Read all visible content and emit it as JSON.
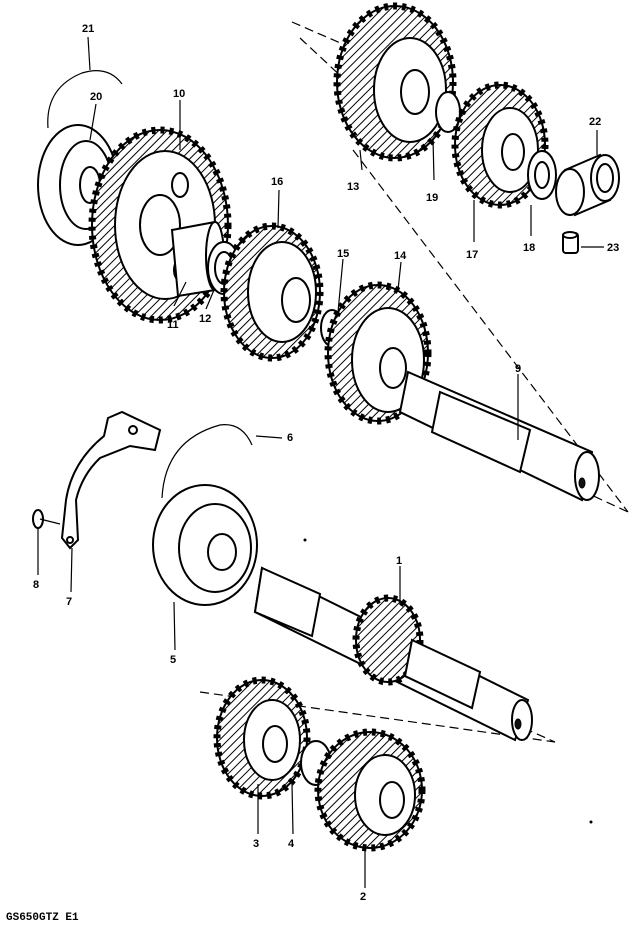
{
  "diagram_code": "GS650GTZ E1",
  "callouts": {
    "c1": "1",
    "c2": "2",
    "c3": "3",
    "c4": "4",
    "c5": "5",
    "c6": "6",
    "c7": "7",
    "c8": "8",
    "c9": "9",
    "c10": "10",
    "c11": "11",
    "c12": "12",
    "c13": "13",
    "c14": "14",
    "c15": "15",
    "c16": "16",
    "c17": "17",
    "c18": "18",
    "c19": "19",
    "c20": "20",
    "c21": "21",
    "c22": "22",
    "c23": "23"
  }
}
